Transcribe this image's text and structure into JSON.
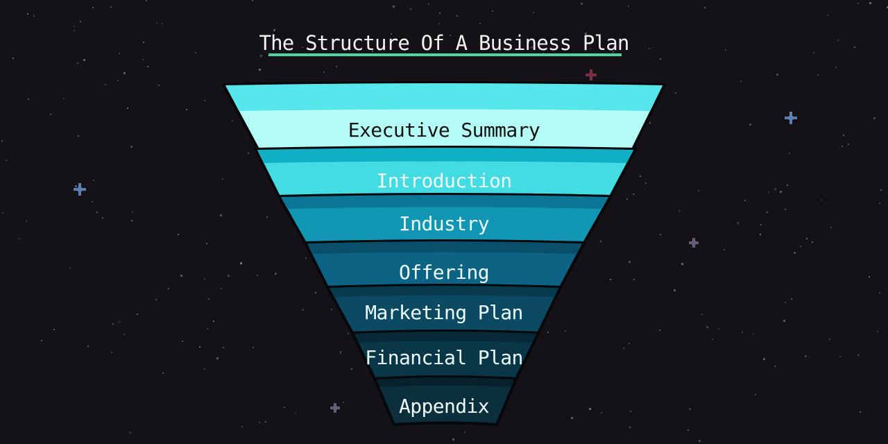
{
  "diagram": {
    "title": "The Structure Of A Business Plan",
    "layers": [
      {
        "label": "Executive Summary",
        "color": "#b5fbf5",
        "rim": "#57e6ec",
        "text_color": "#111111"
      },
      {
        "label": "Introduction",
        "color": "#44dce3",
        "rim": "#0fb0c3",
        "text_color": "#eefcff"
      },
      {
        "label": "Industry",
        "color": "#1196b4",
        "rim": "#0c7696",
        "text_color": "#eefcff"
      },
      {
        "label": "Offering",
        "color": "#0c6383",
        "rim": "#094e6b",
        "text_color": "#eefcff"
      },
      {
        "label": "Marketing Plan",
        "color": "#0b4a62",
        "rim": "#083a4e",
        "text_color": "#eefcff"
      },
      {
        "label": "Financial Plan",
        "color": "#0a3748",
        "rim": "#072a38",
        "text_color": "#eefcff"
      },
      {
        "label": "Appendix",
        "color": "#0b2f3d",
        "rim": "#07222d",
        "text_color": "#eefcff"
      }
    ],
    "colors": {
      "background": "#151217",
      "title_text": "#f2f2f2",
      "title_underline": "#4fd6a0",
      "outline": "#05080a"
    }
  }
}
